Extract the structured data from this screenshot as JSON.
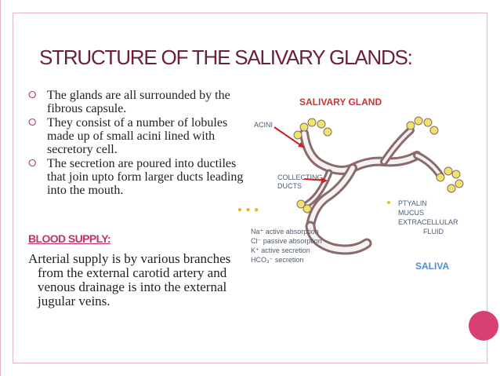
{
  "slide": {
    "title": "STRUCTURE OF THE SALIVARY GLANDS:",
    "bullets": [
      "The glands are all surrounded by the fibrous capsule.",
      "They consist of a number of lobules made up of small acini lined with secretory cell.",
      "The secretion are poured into ductiles that join upto form larger ducts leading into the mouth."
    ],
    "blood_heading": "BLOOD SUPPLY:",
    "blood_text": "Arterial supply is by various branches from the external carotid artery and venous drainage is into the external jugular veins."
  },
  "figure": {
    "title": "SALIVARY GLAND",
    "acini_label": "ACINI",
    "ducts_label_1": "COLLECTING",
    "ducts_label_2": "DUCTS",
    "right_label_1": "PTYALIN",
    "right_label_2": "MUCUS",
    "right_label_3": "EXTRACELLULAR",
    "right_label_4": "FLUID",
    "absorb_1": "Na⁺ active absorption",
    "absorb_2": "Cl⁻ passive absorption",
    "absorb_3": "K⁺ active secretion",
    "absorb_4": "HCO₃⁻ secretion",
    "saliva_label": "SALIVA"
  },
  "colors": {
    "title": "#6b1f3a",
    "accent": "#c0355f",
    "figure_title": "#cc3333",
    "figure_label": "#4a5a78",
    "arrow": "#cc2222",
    "saliva": "#4d8fd6",
    "acinus": "#f0e36a"
  }
}
